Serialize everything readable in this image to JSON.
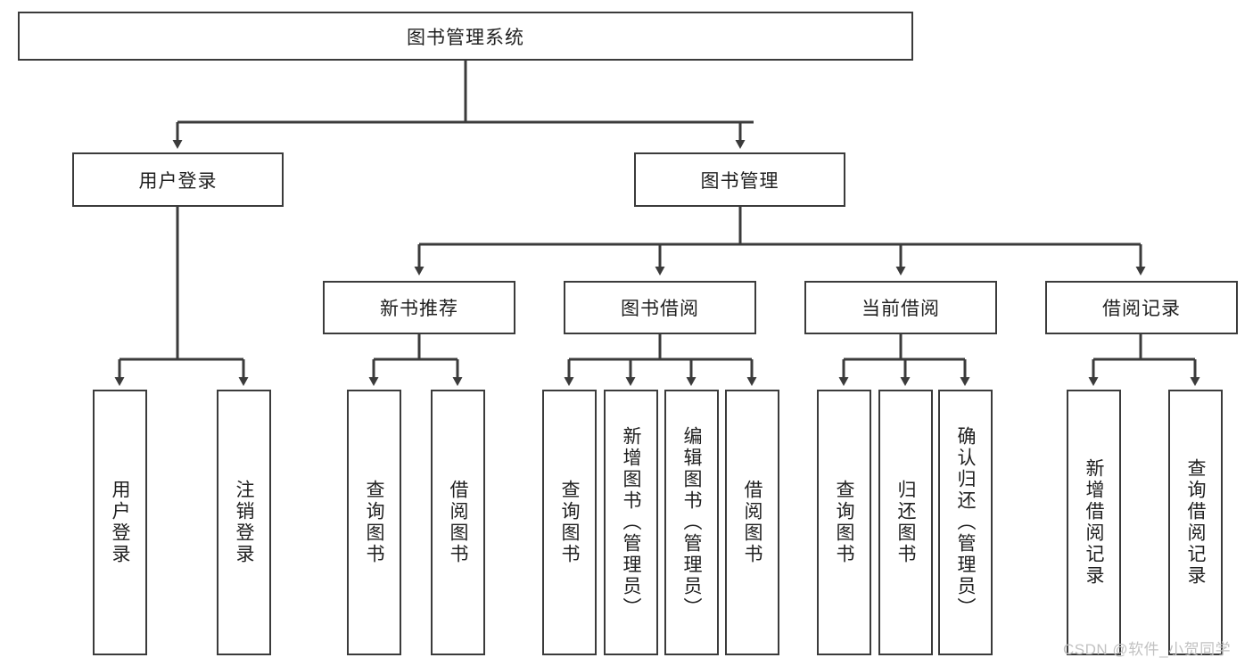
{
  "diagram": {
    "type": "hierarchy-tree",
    "title": "图书管理系统",
    "root": {
      "label": "图书管理系统"
    },
    "level2": [
      {
        "label": "用户登录"
      },
      {
        "label": "图书管理"
      }
    ],
    "level3": [
      {
        "label": "新书推荐"
      },
      {
        "label": "图书借阅"
      },
      {
        "label": "当前借阅"
      },
      {
        "label": "借阅记录"
      }
    ],
    "leaves": {
      "user_login": [
        {
          "label": "用户登录"
        },
        {
          "label": "注销登录"
        }
      ],
      "new_book_recommend": [
        {
          "label": "查询图书"
        },
        {
          "label": "借阅图书"
        }
      ],
      "book_borrow": [
        {
          "label": "查询图书"
        },
        {
          "label": "新增图书（管理员）"
        },
        {
          "label": "编辑图书（管理员）"
        },
        {
          "label": "借阅图书"
        }
      ],
      "current_borrow": [
        {
          "label": "查询图书"
        },
        {
          "label": "归还图书"
        },
        {
          "label": "确认归还（管理员）"
        }
      ],
      "borrow_records": [
        {
          "label": "新增借阅记录"
        },
        {
          "label": "查询借阅记录"
        }
      ]
    }
  },
  "watermark": {
    "text": "CSDN @软件_小贺同学"
  },
  "colors": {
    "stroke": "#3b3b3b",
    "background": "#ffffff",
    "text": "#1f1f1f",
    "watermark": "#c2c2c2"
  }
}
